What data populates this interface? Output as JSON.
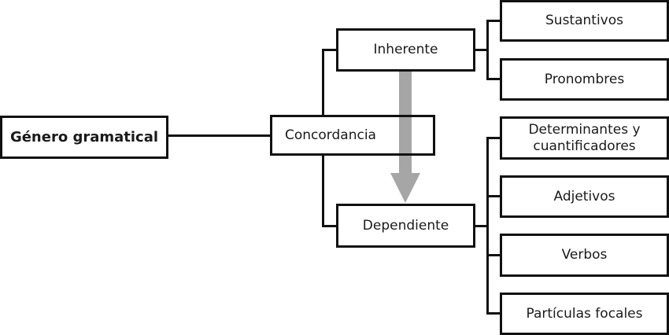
{
  "diagram": {
    "root": {
      "label": "Género gramatical"
    },
    "level1": {
      "label": "Concordancia"
    },
    "level2": [
      {
        "label": "Inherente"
      },
      {
        "label": "Dependiente"
      }
    ],
    "inherente_children": [
      {
        "label": "Sustantivos"
      },
      {
        "label": "Pronombres"
      }
    ],
    "dependiente_children": [
      {
        "label": "Determinantes y cuantificadores"
      },
      {
        "label": "Adjetivos"
      },
      {
        "label": "Verbos"
      },
      {
        "label": "Partículas focales"
      }
    ],
    "arrow": {
      "from": "Inherente",
      "to": "Dependiente",
      "color": "#a6a6a6"
    }
  }
}
